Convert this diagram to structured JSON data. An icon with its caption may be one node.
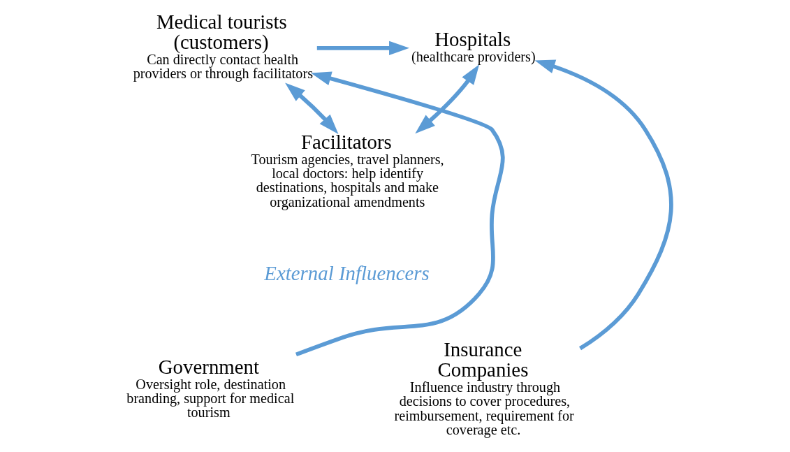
{
  "diagram": {
    "nodes": [
      {
        "text": [
          "Medical tourists (customers)",
          "Can directly contact health providers or through facilitators"
        ]
      },
      {
        "text": [
          "Hospitals",
          "(healthcare providers)"
        ]
      },
      {
        "text": [
          "Facilitators",
          "Tourism agencies, travel planners, local doctors: help identify destinations, hospitals and make organizational amendments"
        ]
      },
      {
        "text": [
          "Government",
          "Oversight role, destination branding, support for medical tourism"
        ]
      },
      {
        "text": [
          "Insurance Companies",
          "Influence industry through decisions to cover procedures, reimbursement, requirement for coverage etc."
        ]
      }
    ],
    "edges": [
      {
        "from": 0,
        "to": 1,
        "arrow": "to"
      },
      {
        "from": 0,
        "to": 2,
        "arrow": "both"
      },
      {
        "from": 2,
        "to": 1,
        "arrow": "both"
      },
      {
        "from": 3,
        "to": 0,
        "arrow": "to"
      },
      {
        "from": 4,
        "to": 1,
        "arrow": "to"
      }
    ],
    "labels": [
      "External Influencers"
    ]
  }
}
